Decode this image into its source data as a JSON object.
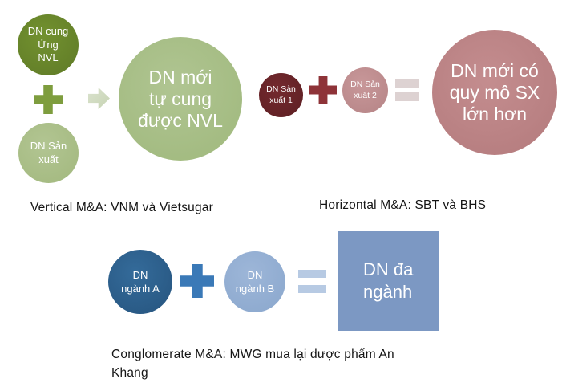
{
  "sections": {
    "vertical": {
      "supplier": {
        "lines": [
          "DN cung",
          "Ứng",
          "NVL"
        ]
      },
      "producer": {
        "lines": [
          "DN Sản",
          "xuất"
        ]
      },
      "result": {
        "lines": [
          "DN mới",
          "tự cung",
          "được NVL"
        ]
      },
      "caption": "Vertical M&A: VNM và Vietsugar"
    },
    "horizontal": {
      "firm1": {
        "lines": [
          "DN Sản",
          "xuất 1"
        ]
      },
      "firm2": {
        "lines": [
          "DN Sản",
          "xuất 2"
        ]
      },
      "result": {
        "lines": [
          "DN mới có",
          "quy mô SX",
          "lớn hơn"
        ]
      },
      "caption": "Horizontal M&A: SBT và BHS"
    },
    "conglomerate": {
      "firmA": {
        "lines": [
          "DN",
          "ngành A"
        ]
      },
      "firmB": {
        "lines": [
          "DN",
          "ngành B"
        ]
      },
      "result": {
        "lines": [
          "DN đa",
          "ngành"
        ]
      },
      "caption": "Conglomerate M&A: MWG mua lại dược phẩm An Khang"
    }
  },
  "icons": {
    "plus": "plus-icon",
    "equals": "equals-icon",
    "arrow": "arrow-right-icon"
  },
  "colors": {
    "dark_green": "#67812d",
    "green_plus": "#7e9d3e",
    "light_green": "#a9bd85",
    "big_green_circle": "#a8bf8a",
    "arrow_green": "#cfdabe",
    "dark_red": "#662428",
    "red_plus": "#8e3338",
    "pink": "#bf8d8f",
    "pink_equals": "#ddd2d2",
    "big_pink_circle": "#bc8385",
    "dark_blue": "#2c608c",
    "blue_plus": "#3a79b7",
    "light_blue": "#93aed2",
    "blue_equals": "#b7cae3",
    "blue_square": "#7c98c3",
    "caption_text": "#151515",
    "shape_text": "#ffffff"
  }
}
